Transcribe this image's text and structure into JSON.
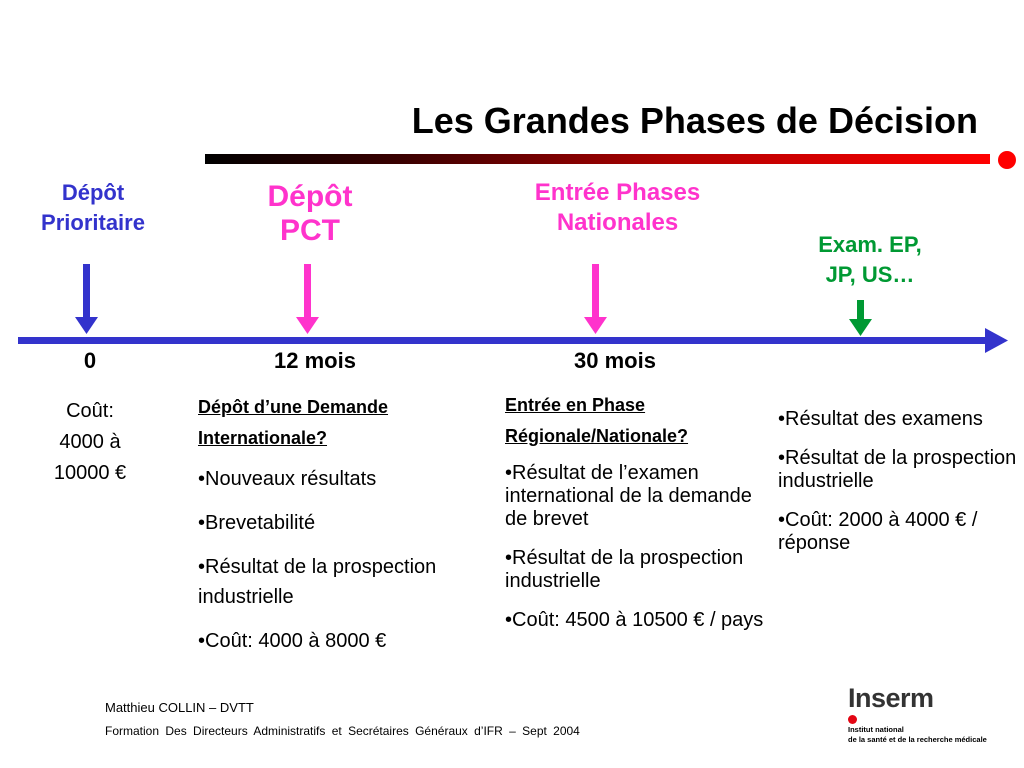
{
  "title": "Les Grandes Phases de Décision",
  "milestones": {
    "depot_prioritaire": {
      "line1": "Dépôt",
      "line2": "Prioritaire",
      "color": "#3333cc"
    },
    "depot_pct": {
      "line1": "Dépôt",
      "line2": "PCT",
      "color": "#ff33cc"
    },
    "entree_phases": {
      "line1": "Entrée Phases",
      "line2": "Nationales",
      "color": "#ff33cc"
    },
    "exam": {
      "line1": "Exam. EP,",
      "line2": "JP, US…",
      "color": "#009933"
    }
  },
  "timeline": {
    "color": "#3333cc",
    "ticks": {
      "t0": "0",
      "t12": "12 mois",
      "t30": "30 mois"
    }
  },
  "columns": {
    "col0": {
      "line1": "Coût:",
      "line2": "4000 à",
      "line3": "10000 €"
    },
    "col1": {
      "header1": "Dépôt d’une Demande",
      "header2": "Internationale?",
      "items": [
        "•Nouveaux résultats",
        "•Brevetabilité",
        "•Résultat de la prospection industrielle",
        "•Coût: 4000 à 8000 €"
      ]
    },
    "col2": {
      "header1": "Entrée en Phase",
      "header2": "Régionale/Nationale?",
      "items": [
        "•Résultat de l’examen international de la demande de brevet",
        "•Résultat de la prospection industrielle",
        "•Coût: 4500 à 10500 € / pays"
      ]
    },
    "col3": {
      "items": [
        "•Résultat des examens",
        "•Résultat de la prospection industrielle",
        "•Coût: 2000 à 4000 € / réponse"
      ]
    }
  },
  "footer": {
    "author": "Matthieu COLLIN – DVTT",
    "event": "Formation Des Directeurs Administratifs et Secrétaires Généraux d’IFR – Sept 2004"
  },
  "logo": {
    "word": "Inserm",
    "sub1": "Institut national",
    "sub2": "de la santé et de la recherche médicale"
  }
}
